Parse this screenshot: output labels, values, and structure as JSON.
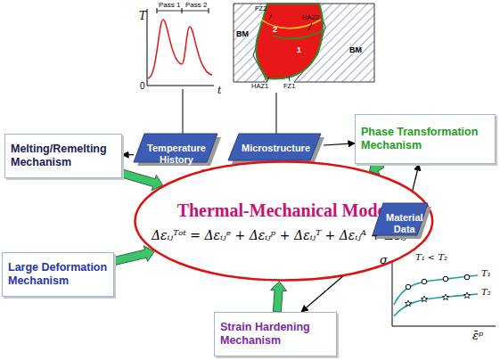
{
  "diagram": {
    "nodes": [
      {
        "text": [
          "Temperature History"
        ]
      },
      {
        "text": [
          "Microstructure"
        ]
      },
      {
        "text": [
          "Melting/Remelting Mechanism"
        ]
      },
      {
        "text": [
          "Phase Transformation Mechanism"
        ]
      },
      {
        "text": [
          "Thermal-Mechanical Model",
          "Δεᵢⱼᵀᵒᵗ = Δεᵢⱼᵉ + Δεᵢⱼᵖ + Δεᵢⱼᵀ + Δεᵢⱼᴬ + Δεᵢⱼᵀʳ"
        ]
      },
      {
        "text": [
          "Material Data"
        ]
      },
      {
        "text": [
          "Large Deformation Mechanism"
        ]
      },
      {
        "text": [
          "Strain Hardening Mechanism"
        ]
      }
    ],
    "edges": [
      {
        "from": 0,
        "to": 2,
        "arrow": "to"
      },
      {
        "from": 0,
        "to": 4,
        "arrow": "to"
      },
      {
        "from": 1,
        "to": 4,
        "arrow": "to"
      },
      {
        "from": 1,
        "to": 3,
        "arrow": "to"
      },
      {
        "from": 5,
        "to": 3,
        "arrow": "to"
      },
      {
        "from": 5,
        "to": 7,
        "arrow": "to"
      },
      {
        "from": 2,
        "to": 4,
        "arrow": "to"
      },
      {
        "from": 3,
        "to": 4,
        "arrow": "to"
      },
      {
        "from": 6,
        "to": 4,
        "arrow": "to"
      },
      {
        "from": 7,
        "to": 4,
        "arrow": "to"
      }
    ],
    "labels": [
      "T",
      "Pass 1",
      "Pass 2",
      "0",
      "t",
      "FZ2",
      "HAZ2",
      "BM",
      "BM",
      "2",
      "1",
      "HAZ1",
      "FZ1",
      "σ",
      "T₁ < T₂",
      "T₁",
      "T₂",
      "ε̄ᵖ"
    ]
  }
}
